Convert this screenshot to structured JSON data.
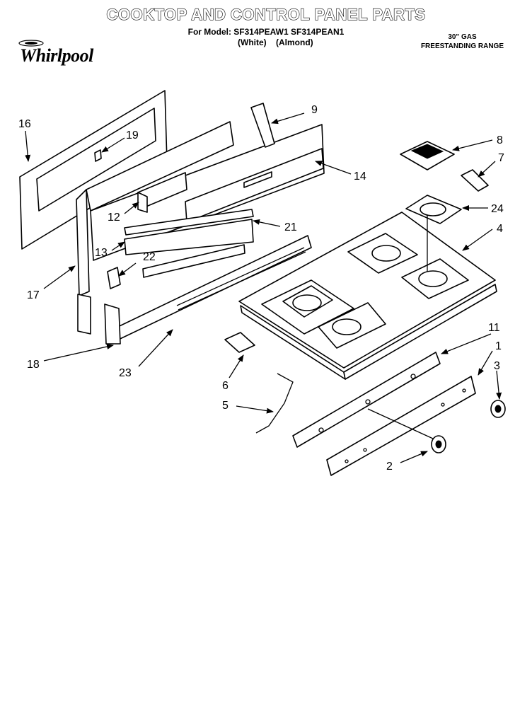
{
  "header": {
    "title": "COOKTOP AND CONTROL PANEL PARTS",
    "model_line": "For Model: SF314PEAW1 SF314PEAN1",
    "finish_line": "(White) (Almond)",
    "range_line1": "30\" GAS",
    "range_line2": "FREESTANDING RANGE",
    "brand": "Whirlpool"
  },
  "callouts": {
    "c1": "1",
    "c2": "2",
    "c3": "3",
    "c4": "4",
    "c5": "5",
    "c6": "6",
    "c7": "7",
    "c8": "8",
    "c9": "9",
    "c11": "11",
    "c12": "12",
    "c13": "13",
    "c14": "14",
    "c16": "16",
    "c17": "17",
    "c18": "18",
    "c19": "19",
    "c21": "21",
    "c22": "22",
    "c23": "23",
    "c24": "24"
  }
}
